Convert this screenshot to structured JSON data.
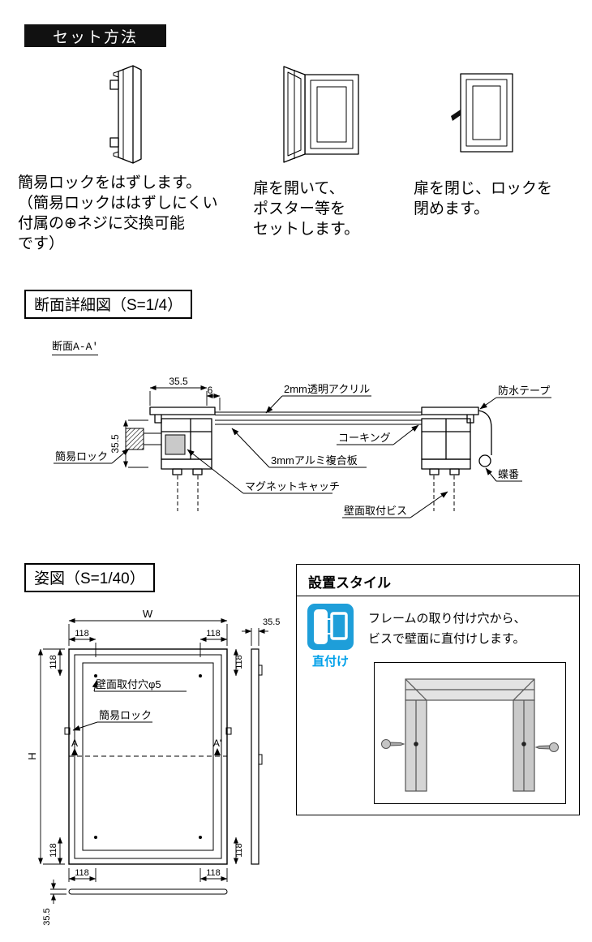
{
  "set_method": {
    "title": "セット方法",
    "steps": [
      {
        "caption_lines": [
          "簡易ロックをはずします。",
          "（簡易ロックははずしにくい",
          "付属の⊕ネジに交換可能",
          "です）"
        ]
      },
      {
        "caption_lines": [
          "扉を開いて、",
          "ポスター等を",
          "セットします。"
        ]
      },
      {
        "caption_lines": [
          "扉を閉じ、ロックを",
          "閉めます。"
        ]
      }
    ]
  },
  "cross_section": {
    "title": "断面詳細図（S=1/4）",
    "section_label": "断面A-A'",
    "dim_top": "35.5",
    "dim_small": "6",
    "dim_left": "35.5",
    "labels": {
      "acrylic": "2mm透明アクリル",
      "waterproof_tape": "防水テープ",
      "caulking": "コーキング",
      "simple_lock": "簡易ロック",
      "aluminum_composite": "3mmアルミ複合板",
      "magnet_catch": "マグネットキャッチ",
      "hinge": "蝶番",
      "wall_screw": "壁面取付ビス"
    }
  },
  "elevation": {
    "title": "姿図（S=1/40）",
    "dim_w": "W",
    "dim_h": "H",
    "dim_118": "118",
    "dim_35_5": "35.5",
    "marker_a": "A",
    "marker_a_prime": "A'",
    "labels": {
      "wall_hole": "壁面取付穴φ5",
      "simple_lock": "簡易ロック"
    }
  },
  "install_style": {
    "title": "設置スタイル",
    "badge_label": "直付け",
    "description_lines": [
      "フレームの取り付け穴から、",
      "ビスで壁面に直付けします。"
    ]
  },
  "colors": {
    "header_bg": "#111111",
    "badge_blue": "#1e9ed9",
    "badge_text": "#00a0e9"
  }
}
